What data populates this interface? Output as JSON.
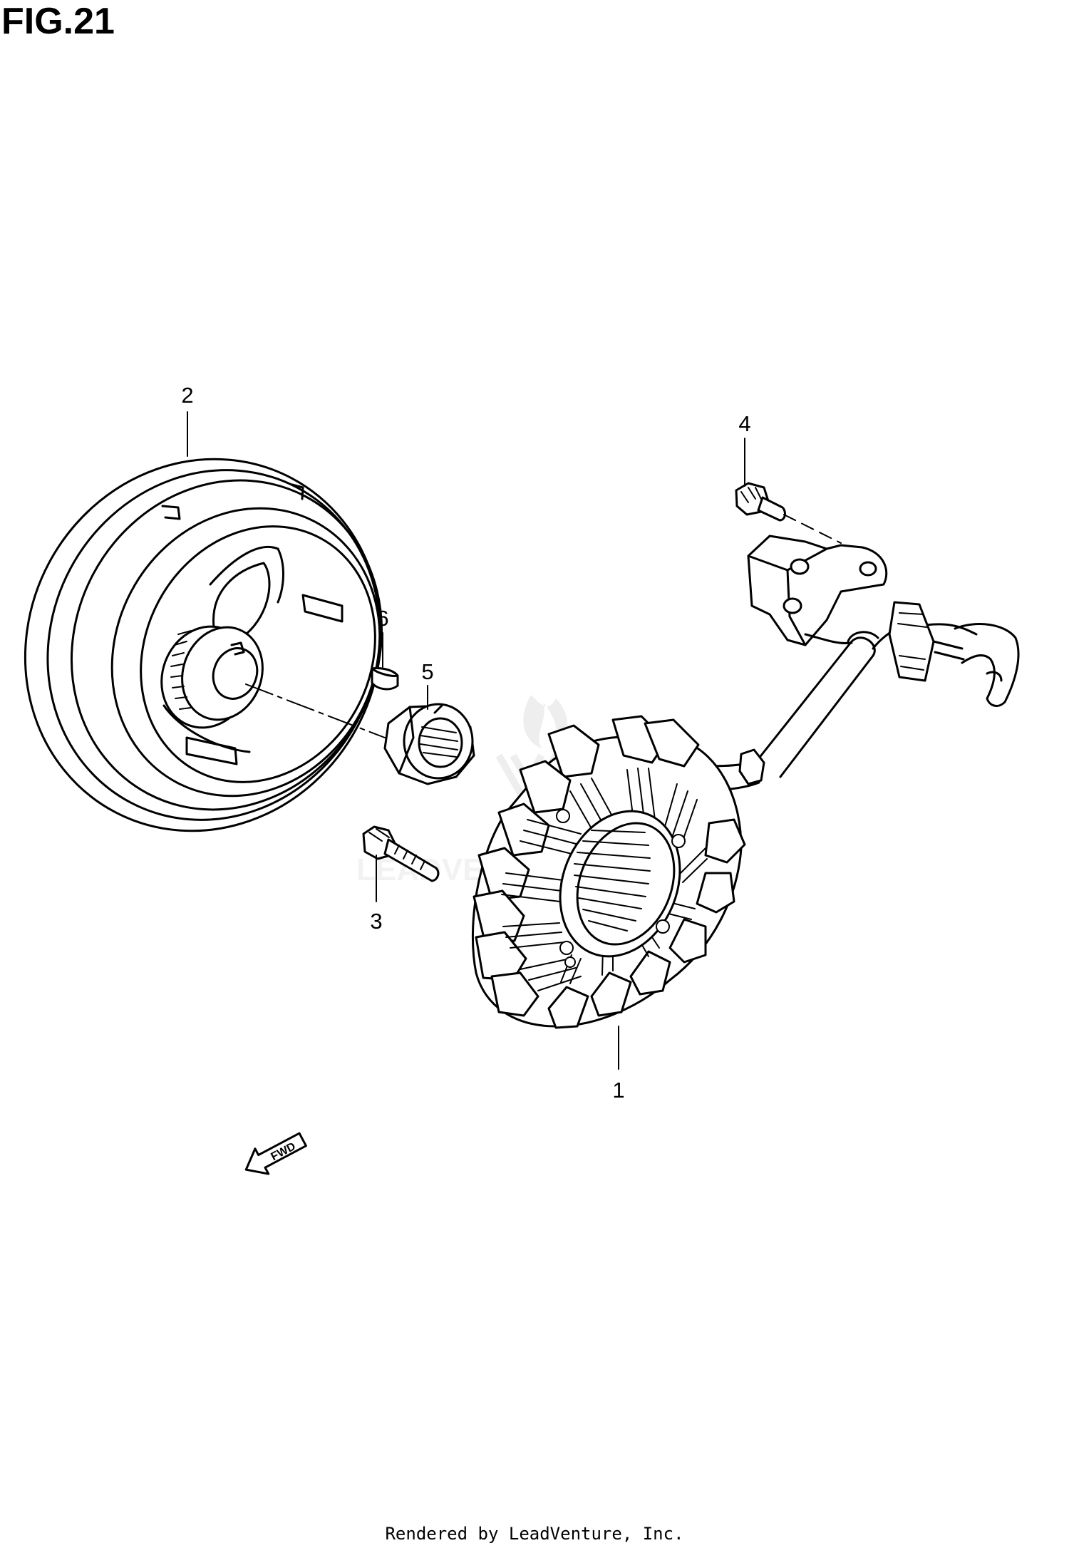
{
  "figure": {
    "title": "FIG.21"
  },
  "callouts": [
    {
      "id": "1",
      "label": "1"
    },
    {
      "id": "2",
      "label": "2"
    },
    {
      "id": "3",
      "label": "3"
    },
    {
      "id": "4",
      "label": "4"
    },
    {
      "id": "5",
      "label": "5"
    },
    {
      "id": "6",
      "label": "6"
    }
  ],
  "direction_arrow": {
    "label": "FWD"
  },
  "footer": {
    "text": "Rendered by LeadVenture, Inc."
  },
  "watermark": {
    "text": "LEADVENTURE"
  },
  "icons": [
    "fwd-arrow-icon",
    "leadventure-watermark-icon"
  ]
}
